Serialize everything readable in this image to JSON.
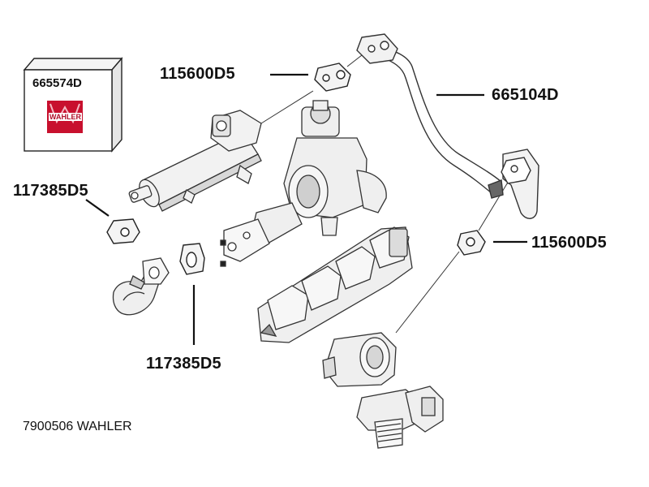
{
  "kit_box": {
    "part_number": "665574D",
    "brand_logo_text": "WAHLER",
    "brand_color": "#c8102e"
  },
  "labels": {
    "gasket_top": "115600D5",
    "pipe": "665104D",
    "gasket_left": "117385D5",
    "gasket_right": "115600D5",
    "gasket_bottom": "117385D5"
  },
  "caption": "7900506 WAHLER",
  "colors": {
    "line": "#111111",
    "outline": "#333333",
    "part_fill": "#f2f2f2",
    "shade": "#bdbdbd"
  }
}
